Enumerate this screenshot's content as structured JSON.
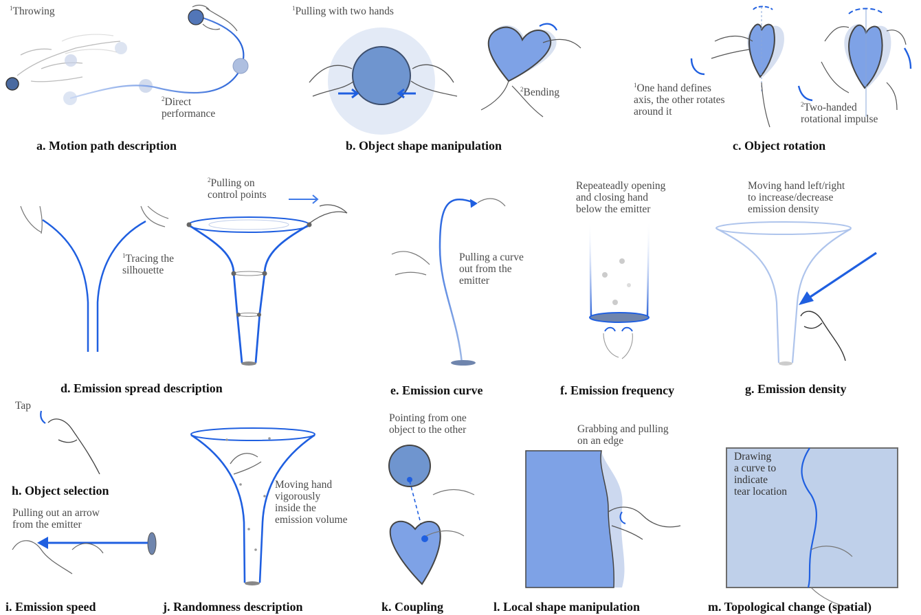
{
  "panels": {
    "a": {
      "caption": "a. Motion path description",
      "ann1_num": "1",
      "ann1": "Throwing",
      "ann2_num": "2",
      "ann2": "Direct\nperformance"
    },
    "b": {
      "caption": "b. Object shape manipulation",
      "ann1_num": "1",
      "ann1": "Pulling with two hands",
      "ann2_num": "2",
      "ann2": "Bending"
    },
    "c": {
      "caption": "c. Object rotation",
      "ann1_num": "1",
      "ann1": "One hand defines\naxis, the other rotates\naround it",
      "ann2_num": "2",
      "ann2": "Two-handed\nrotational impulse"
    },
    "d": {
      "caption": "d. Emission spread description",
      "ann1_num": "1",
      "ann1": "Tracing the\nsilhouette",
      "ann2_num": "2",
      "ann2": "Pulling on\ncontrol points"
    },
    "e": {
      "caption": "e. Emission curve",
      "ann": "Pulling a curve\nout from the\nemitter"
    },
    "f": {
      "caption": "f. Emission frequency",
      "ann": "Repeateadly opening\nand closing hand\nbelow the emitter"
    },
    "g": {
      "caption": "g. Emission density",
      "ann": "Moving hand left/right\nto increase/decrease\nemission density"
    },
    "h": {
      "caption": "h. Object selection",
      "ann": "Tap"
    },
    "i": {
      "caption": "i. Emission speed",
      "ann": "Pulling out an arrow\nfrom the emitter"
    },
    "j": {
      "caption": "j. Randomness description",
      "ann": "Moving hand\nvigorously\ninside the\nemission volume"
    },
    "k": {
      "caption": "k. Coupling",
      "ann": "Pointing from one\nobject to the other"
    },
    "l": {
      "caption": "l. Local shape manipulation",
      "ann": "Grabbing and pulling\non an edge"
    },
    "m": {
      "caption": "m. Topological change (spatial)",
      "ann": "Drawing\na curve to\nindicate\ntear location"
    }
  },
  "colors": {
    "accent": "#1f5fe0",
    "object_fill": "#6f95cf",
    "light_fill": "#c7d6ee",
    "hand": "#555555"
  }
}
